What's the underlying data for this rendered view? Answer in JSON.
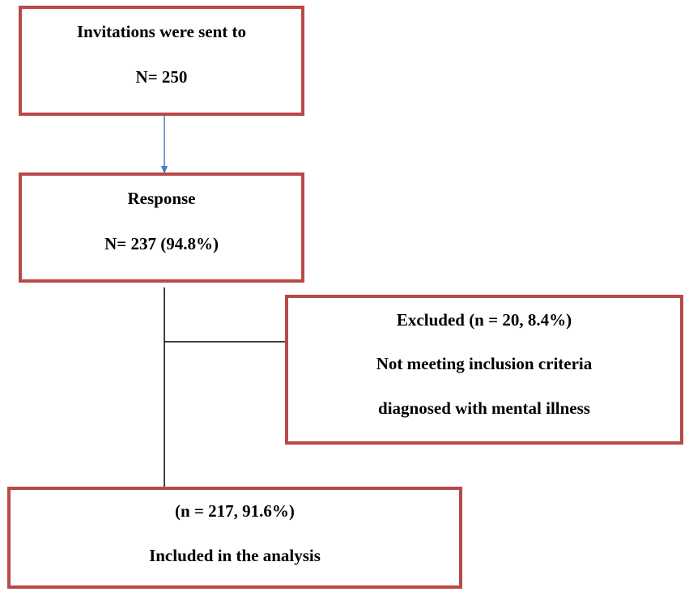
{
  "flowchart": {
    "invitations": {
      "title": "Invitations were sent to",
      "count": "N= 250"
    },
    "response": {
      "title": "Response",
      "count": "N= 237 (94.8%)"
    },
    "excluded": {
      "title": "Excluded (n = 20, 8.4%)",
      "reason_1": "Not meeting inclusion criteria",
      "reason_2": "diagnosed with mental illness"
    },
    "included": {
      "count": "(n = 217, 91.6%)",
      "label": "Included in the analysis"
    }
  },
  "colors": {
    "box_border": "#b84a47",
    "arrow": "#4a7bbf",
    "connector": "#000000",
    "text": "#000000"
  }
}
